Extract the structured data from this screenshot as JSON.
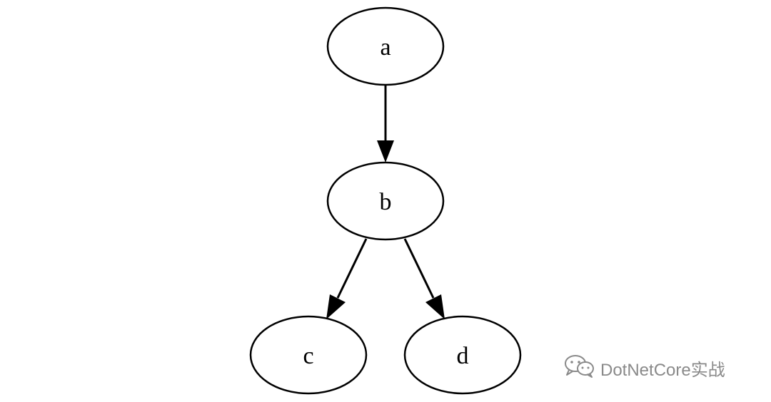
{
  "diagram": {
    "type": "directed-graph",
    "nodes": [
      {
        "id": "a",
        "label": "a"
      },
      {
        "id": "b",
        "label": "b"
      },
      {
        "id": "c",
        "label": "c"
      },
      {
        "id": "d",
        "label": "d"
      }
    ],
    "edges": [
      {
        "from": "a",
        "to": "b"
      },
      {
        "from": "b",
        "to": "c"
      },
      {
        "from": "b",
        "to": "d"
      }
    ]
  },
  "watermark": {
    "text": "DotNetCore实战",
    "icon": "wechat-icon"
  },
  "colors": {
    "stroke": "#000000",
    "watermark": "#8a8a8a",
    "background": "#ffffff"
  }
}
